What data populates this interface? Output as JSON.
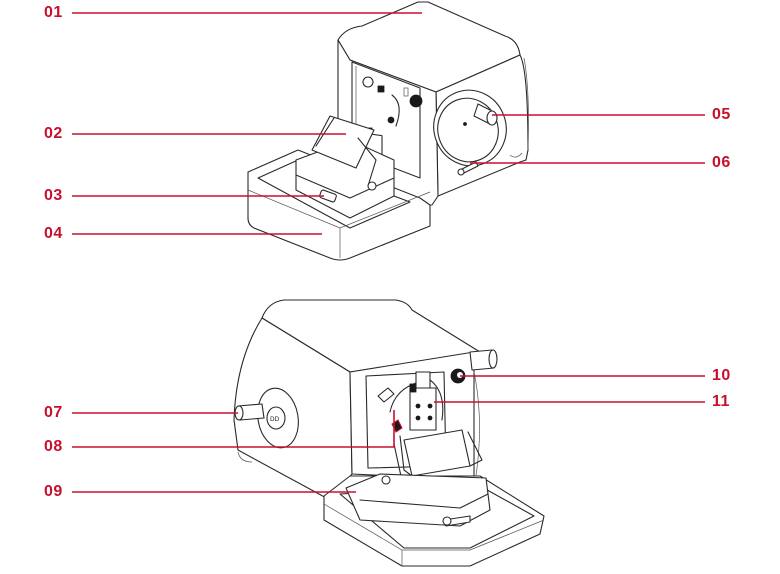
{
  "accent_color": "#c8102e",
  "diagrams": [
    {
      "name": "microtome-view-right",
      "callouts": [
        {
          "label": "01",
          "side": "left"
        },
        {
          "label": "02",
          "side": "left"
        },
        {
          "label": "03",
          "side": "left"
        },
        {
          "label": "04",
          "side": "left"
        },
        {
          "label": "05",
          "side": "right"
        },
        {
          "label": "06",
          "side": "right"
        }
      ]
    },
    {
      "name": "microtome-view-left",
      "callouts": [
        {
          "label": "07",
          "side": "left"
        },
        {
          "label": "08",
          "side": "left"
        },
        {
          "label": "09",
          "side": "left"
        },
        {
          "label": "10",
          "side": "right"
        },
        {
          "label": "11",
          "side": "right"
        }
      ]
    }
  ]
}
